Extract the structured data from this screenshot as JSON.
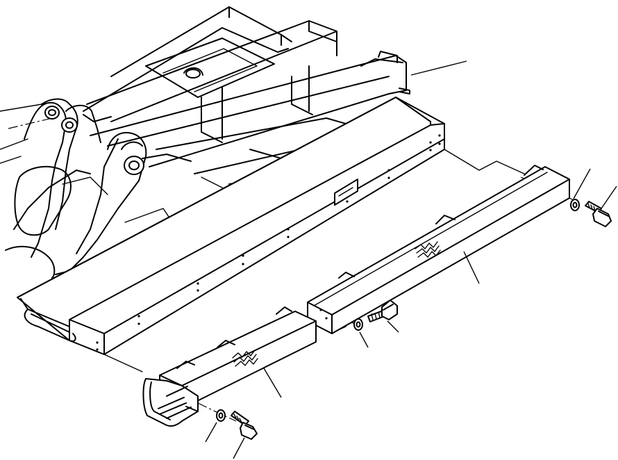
{
  "diagram": {
    "kind": "exploded-parts-view",
    "line_color": "#000000",
    "background_color": "#ffffff",
    "parts": [
      {
        "id": "main-frame"
      },
      {
        "id": "front-cover"
      },
      {
        "id": "step-cover"
      },
      {
        "id": "rear-cover"
      },
      {
        "id": "washer-rear"
      },
      {
        "id": "bolt-rear"
      },
      {
        "id": "washer-mid"
      },
      {
        "id": "bolt-mid"
      },
      {
        "id": "washer-front"
      },
      {
        "id": "bolt-front"
      }
    ],
    "callout_count": 9
  }
}
